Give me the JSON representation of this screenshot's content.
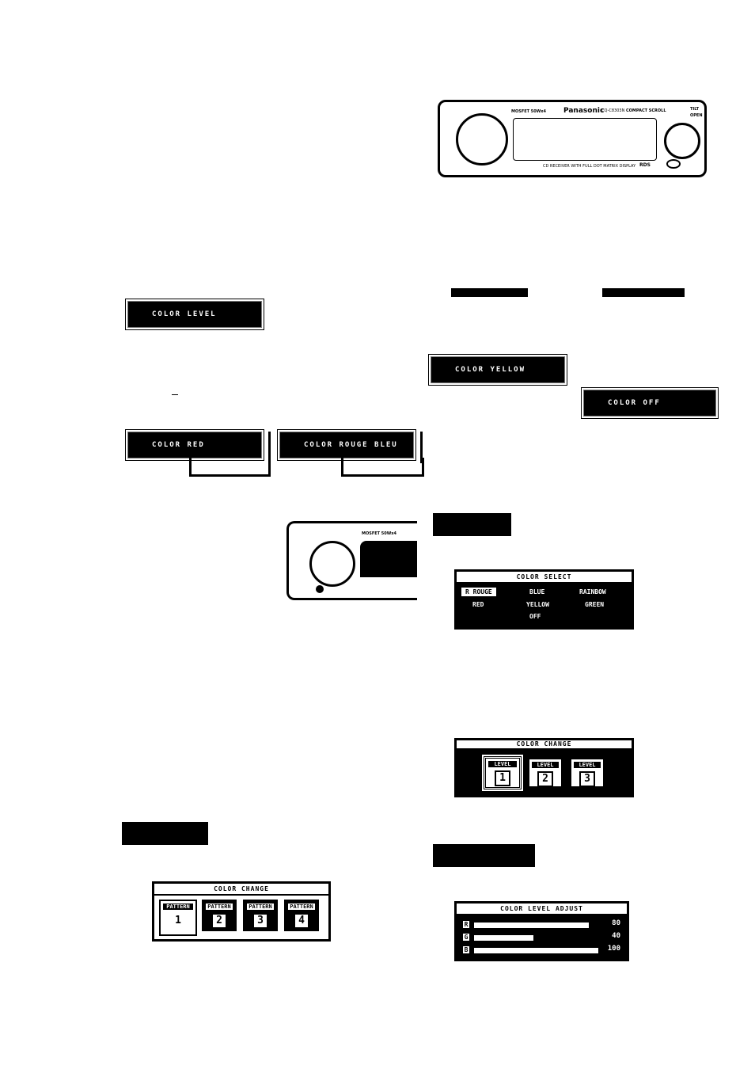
{
  "radio": {
    "brand": "Panasonic",
    "model": "CQ-C8303N",
    "tagline": "CD RECEIVER WITH FULL DOT MATRIX DISPLAY",
    "left_label": "MOSFET 50Wx4",
    "right_label": "COMPACT SCROLL",
    "rds": "RDS",
    "tilt_label": "TILT",
    "open_label": "OPEN"
  },
  "displays": {
    "color_level": "COLOR LEVEL",
    "color_red": "COLOR RED",
    "color_rouge": "COLOR ROUGE BLEU",
    "color_yellow": "COLOR YELLOW",
    "color_off": "COLOR OFF"
  },
  "screens": {
    "select_title": "COLOR SELECT",
    "select_items": [
      "R ROUGE",
      "BLUE",
      "RAINBOW",
      "RED",
      "YELLOW",
      "GREEN",
      "OFF"
    ],
    "change_title": "COLOR CHANGE",
    "change_tiles": [
      {
        "label": "LEVEL",
        "num": "1"
      },
      {
        "label": "LEVEL",
        "num": "2"
      },
      {
        "label": "LEVEL",
        "num": "3"
      }
    ],
    "pattern_title": "COLOR CHANGE",
    "pattern_tiles": [
      {
        "label": "PATTERN",
        "num": "1"
      },
      {
        "label": "PATTERN",
        "num": "2"
      },
      {
        "label": "PATTERN",
        "num": "3"
      },
      {
        "label": "PATTERN",
        "num": "4"
      }
    ],
    "level_title": "COLOR LEVEL ADJUST",
    "level_rows": [
      {
        "letter": "R",
        "value": "80"
      },
      {
        "letter": "G",
        "value": "40"
      },
      {
        "letter": "B",
        "value": "100"
      }
    ]
  },
  "colors": {
    "ink": "#000000",
    "paper": "#ffffff"
  }
}
